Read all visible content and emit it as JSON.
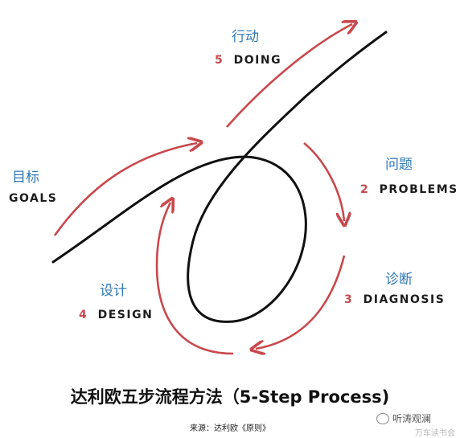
{
  "diagram": {
    "steps": [
      {
        "id": "goals",
        "zh": "目标",
        "en": "GOALS",
        "num": ""
      },
      {
        "id": "doing",
        "zh": "行动",
        "en": "DOING",
        "num": "5"
      },
      {
        "id": "problems",
        "zh": "问题",
        "en": "PROBLEMS",
        "num": "2"
      },
      {
        "id": "diagnosis",
        "zh": "诊断",
        "en": "DIAGNOSIS",
        "num": "3"
      },
      {
        "id": "design",
        "zh": "设计",
        "en": "DESIGN",
        "num": "4"
      }
    ],
    "title": "达利欧五步流程方法（5-Step Process)",
    "source": "来源：达利欧《原则》",
    "watermark": "听涛观澜",
    "watermark_sub": "万车读书会",
    "colors": {
      "curve": "#111111",
      "arrow": "#c9484c",
      "label_zh": "#2f78b7"
    }
  }
}
